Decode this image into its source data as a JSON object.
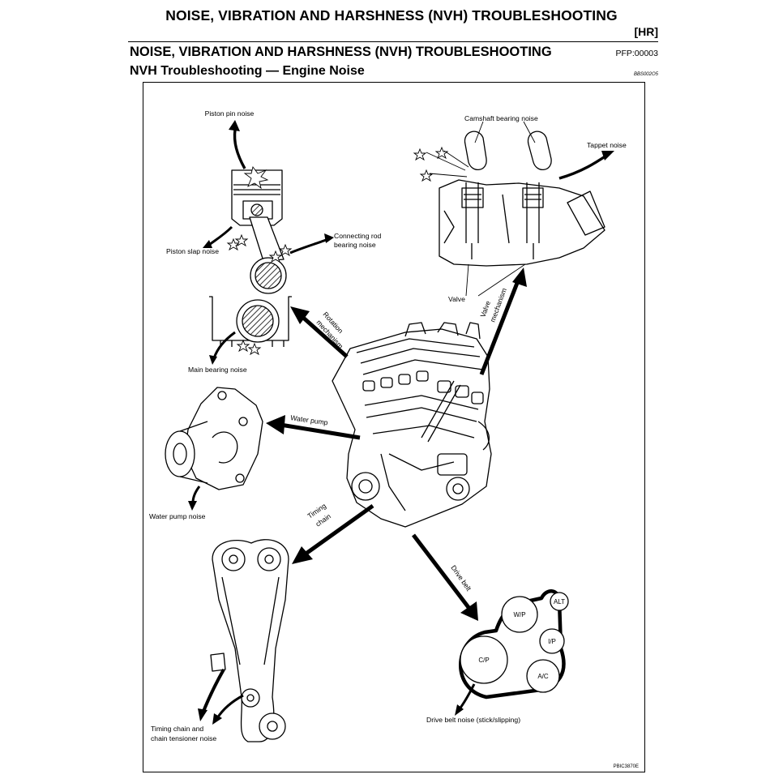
{
  "header": {
    "title": "NOISE, VIBRATION AND HARSHNESS (NVH) TROUBLESHOOTING",
    "section_code": "[HR]"
  },
  "section": {
    "title": "NOISE, VIBRATION AND HARSHNESS (NVH) TROUBLESHOOTING",
    "pfp": "PFP:00003",
    "subtitle": "NVH Troubleshooting — Engine Noise",
    "ref_code": "BBS002O5"
  },
  "figure": {
    "ref_code": "PBIC3870E",
    "labels": {
      "piston_pin": "Piston pin noise",
      "piston_slap": "Piston slap noise",
      "conrod_1": "Connecting rod",
      "conrod_2": "bearing noise",
      "main_bearing": "Main bearing noise",
      "camshaft": "Camshaft bearing noise",
      "tappet": "Tappet noise",
      "valve": "Valve",
      "valve_mech_1": "Valve",
      "valve_mech_2": "mechanism",
      "rotation_1": "Rotation",
      "rotation_2": "mechanism",
      "water_pump_arrow": "Water pump",
      "water_pump_noise": "Water pump noise",
      "timing_1": "Timing",
      "timing_2": "chain",
      "drive_belt_arrow": "Drive belt",
      "timing_noise_1": "Timing chain and",
      "timing_noise_2": "chain tensioner noise",
      "drive_belt_noise": "Drive belt noise (stick/slipping)"
    },
    "pulleys": {
      "wp": "W/P",
      "alt": "ALT",
      "ip": "I/P",
      "cp": "C/P",
      "ac": "A/C"
    }
  }
}
